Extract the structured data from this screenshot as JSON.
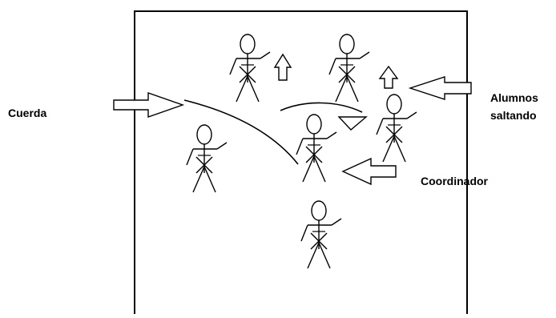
{
  "labels": {
    "cuerda": "Cuerda",
    "alumnos_line1": "Alumnos",
    "alumnos_line2": "saltando",
    "coordinador": "Coordinador"
  },
  "colors": {
    "stroke": "#000000",
    "background": "#ffffff"
  }
}
